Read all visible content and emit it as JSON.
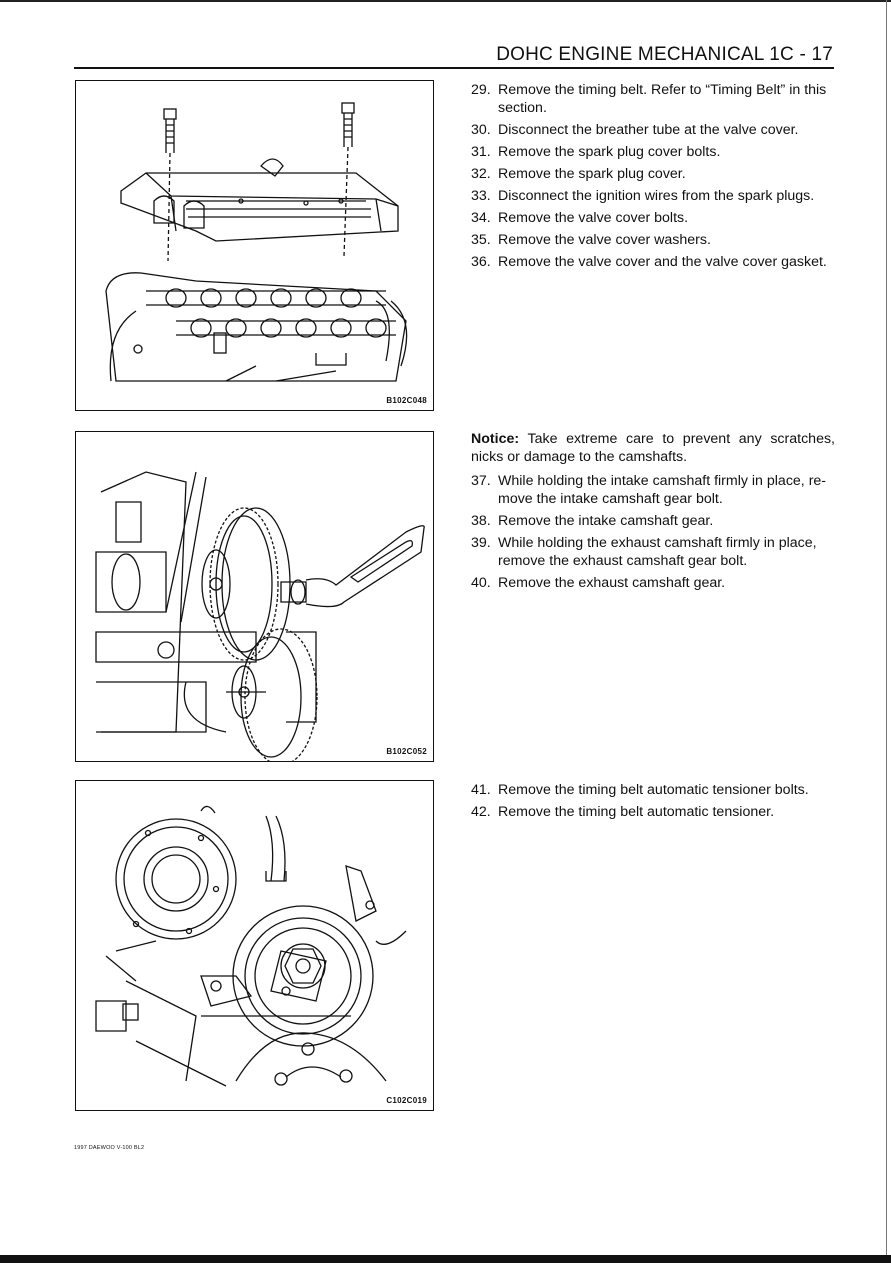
{
  "header": {
    "title": "DOHC ENGINE MECHANICAL  1C - 17"
  },
  "figures": [
    {
      "code": "B102C048",
      "icon": "valve-cover-illustration"
    },
    {
      "code": "B102C052",
      "icon": "camshaft-gear-wrench-illustration"
    },
    {
      "code": "C102C019",
      "icon": "timing-belt-tensioner-illustration"
    }
  ],
  "section1": {
    "steps": [
      {
        "num": "29.",
        "text": "Remove the timing belt. Refer to “Timing Belt” in this section."
      },
      {
        "num": "30.",
        "text": "Disconnect the breather tube at the valve cover."
      },
      {
        "num": "31.",
        "text": "Remove the spark plug cover bolts."
      },
      {
        "num": "32.",
        "text": "Remove the spark plug cover."
      },
      {
        "num": "33.",
        "text": "Disconnect the ignition wires from the spark plugs."
      },
      {
        "num": "34.",
        "text": "Remove the valve cover bolts."
      },
      {
        "num": "35.",
        "text": "Remove the valve cover washers."
      },
      {
        "num": "36.",
        "text": "Remove the valve cover and the valve cover gasket."
      }
    ]
  },
  "section2": {
    "notice_label": "Notice:",
    "notice_text": " Take extreme care to prevent any scratches, nicks or damage to the camshafts.",
    "steps": [
      {
        "num": "37.",
        "text": "While holding the intake camshaft firmly in place, re-move the intake camshaft gear bolt."
      },
      {
        "num": "38.",
        "text": "Remove the intake camshaft gear."
      },
      {
        "num": "39.",
        "text": "While holding the exhaust camshaft firmly in place, remove the exhaust camshaft gear bolt."
      },
      {
        "num": "40.",
        "text": "Remove the exhaust camshaft gear."
      }
    ]
  },
  "section3": {
    "steps": [
      {
        "num": "41.",
        "text": "Remove the timing belt automatic tensioner bolts."
      },
      {
        "num": "42.",
        "text": "Remove the timing belt automatic tensioner."
      }
    ]
  },
  "footer": {
    "text": "1997 DAEWOO V-100 BL2"
  }
}
